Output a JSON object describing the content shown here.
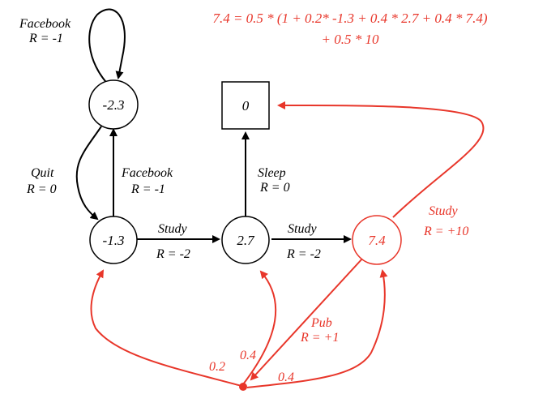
{
  "colors": {
    "black": "#000000",
    "red": "#e8362a"
  },
  "equation": {
    "line1": "7.4 = 0.5 * (1 + 0.2* -1.3 + 0.4 * 2.7 + 0.4 * 7.4)",
    "line2": "+ 0.5 * 10"
  },
  "states": {
    "facebook": "-2.3",
    "class1": "-1.3",
    "class2": "2.7",
    "class3": "7.4",
    "sleep": "0"
  },
  "edges": {
    "facebook_loop": {
      "action": "Facebook",
      "reward": "R = -1"
    },
    "quit": {
      "action": "Quit",
      "reward": "R = 0"
    },
    "to_facebook": {
      "action": "Facebook",
      "reward": "R = -1"
    },
    "study1": {
      "action": "Study",
      "reward": "R = -2"
    },
    "study2": {
      "action": "Study",
      "reward": "R = -2"
    },
    "sleep": {
      "action": "Sleep",
      "reward": "R = 0"
    },
    "study3": {
      "action": "Study",
      "reward": "R = +10"
    },
    "pub": {
      "action": "Pub",
      "reward": "R = +1"
    }
  },
  "probabilities": {
    "to_class1": "0.2",
    "to_class2": "0.4",
    "to_class3": "0.4"
  }
}
